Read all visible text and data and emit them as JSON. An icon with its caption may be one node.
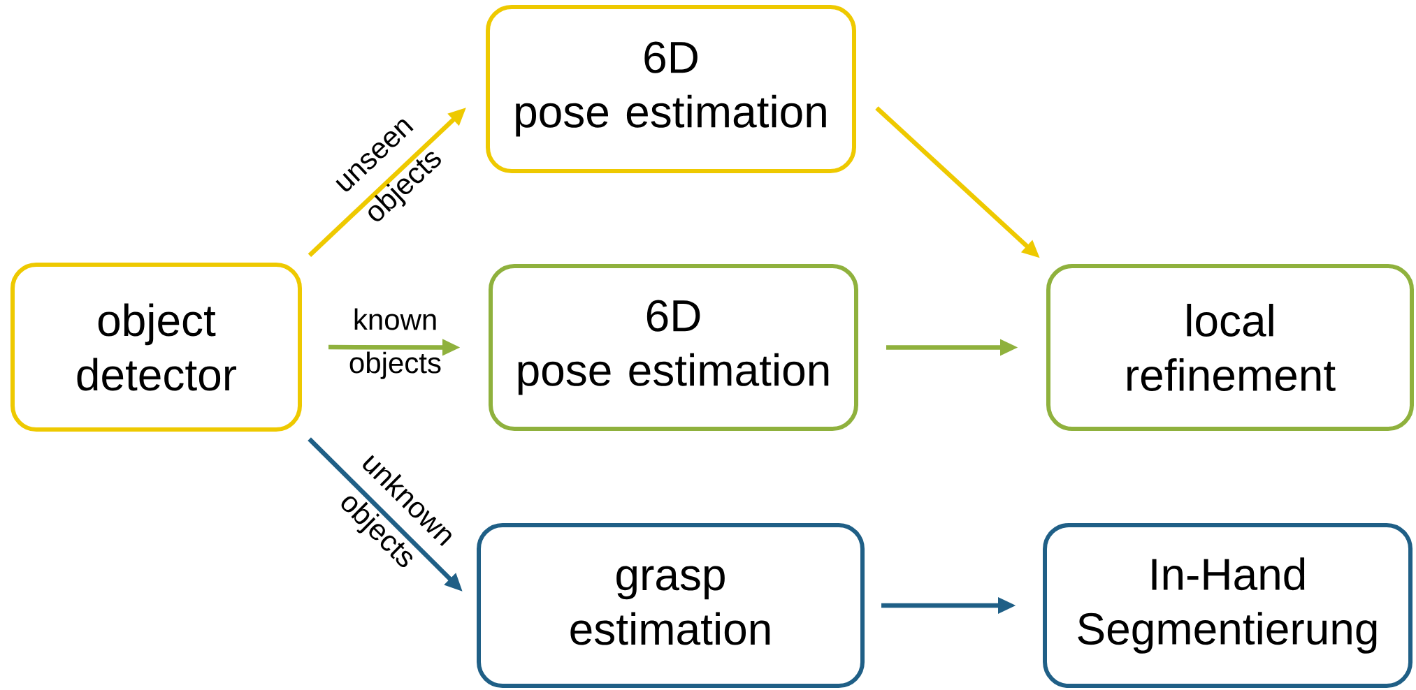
{
  "diagram": {
    "nodes": [
      {
        "text": [
          "object detector"
        ]
      },
      {
        "text": [
          "6D",
          "pose estimation"
        ]
      },
      {
        "text": [
          "6D",
          "pose estimation"
        ]
      },
      {
        "text": [
          "local refinement"
        ]
      },
      {
        "text": [
          "grasp estimation"
        ]
      },
      {
        "text": [
          "In-Hand Segmentierung"
        ]
      }
    ],
    "edges": [
      {
        "from": 0,
        "to": 1,
        "arrow": "to",
        "label": "unseen objects",
        "color": "#eec900"
      },
      {
        "from": 0,
        "to": 2,
        "arrow": "to",
        "label": "known objects",
        "color": "#8fb13d"
      },
      {
        "from": 0,
        "to": 4,
        "arrow": "to",
        "label": "unknown objects",
        "color": "#1f5f86"
      },
      {
        "from": 1,
        "to": 3,
        "arrow": "to",
        "color": "#eec900"
      },
      {
        "from": 2,
        "to": 3,
        "arrow": "to",
        "color": "#8fb13d"
      },
      {
        "from": 4,
        "to": 5,
        "arrow": "to",
        "color": "#1f5f86"
      }
    ]
  }
}
